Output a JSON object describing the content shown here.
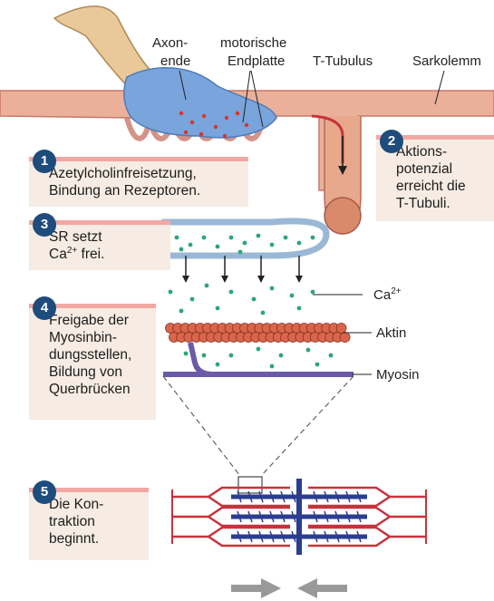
{
  "labels": {
    "axon_end_1": "Axon-",
    "axon_end_2": "ende",
    "endplate_1": "motorische",
    "endplate_2": "Endplatte",
    "t_tubulus": "T-Tubulus",
    "sarkolemm": "Sarkolemm",
    "ca_base": "Ca",
    "ca_charge": "2+",
    "aktin": "Aktin",
    "myosin": "Myosin"
  },
  "steps": [
    {
      "number": "1",
      "text": "Azetylcholinfreisetzung,\nBindung an Rezeptoren."
    },
    {
      "number": "2",
      "text": "Aktions-\npotenzial\nerreicht die\nT-Tubuli."
    },
    {
      "number": "3",
      "text_before": "SR setzt\nCa",
      "text_sup": "2+",
      "text_after": " frei."
    },
    {
      "number": "4",
      "text": "Freigabe der\nMyosinbin-\ndungsstellen,\nBildung von\nQuerbrücken"
    },
    {
      "number": "5",
      "text": "Die Kon-\ntraktion\nbeginnt."
    }
  ],
  "colors": {
    "sarcolemma": "#e8a88c",
    "sarcolemma_edge": "#c8786a",
    "axon": "#e9c99a",
    "axon_terminal": "#7aa4dc",
    "ca_dot": "#2aa876",
    "actin": "#d9664b",
    "myosin": "#6a5aa8",
    "sarcomere_red": "#c8323c",
    "sarcomere_blue": "#2b3d8f",
    "badge": "#1d4c7d",
    "step_bg": "#f6ece3",
    "step_border": "#f2a7a2"
  }
}
